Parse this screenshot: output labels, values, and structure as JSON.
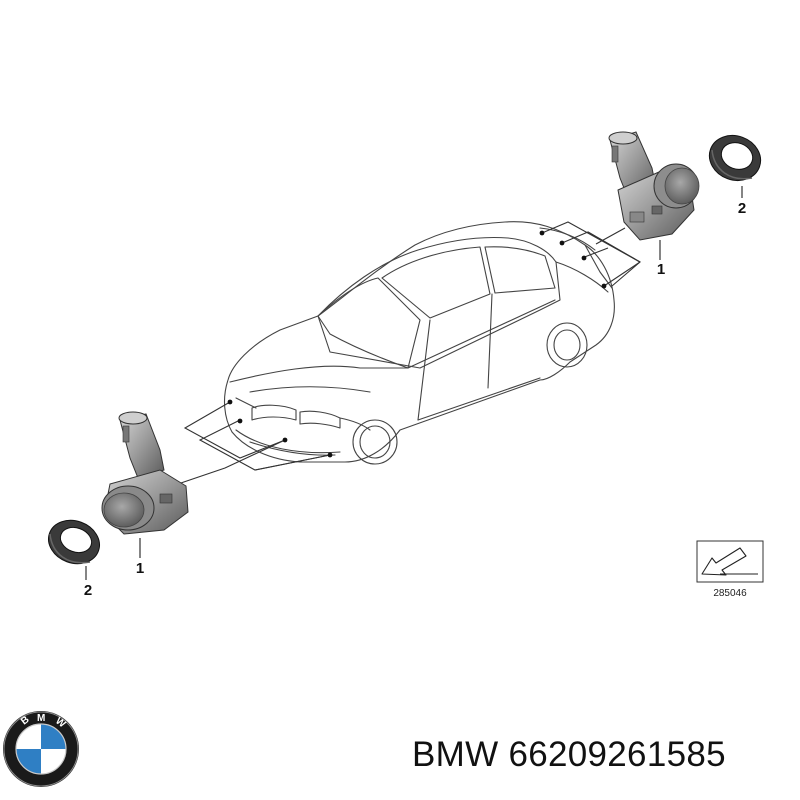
{
  "diagram": {
    "callouts": {
      "rear_sensor": "1",
      "rear_ring": "2",
      "front_sensor": "1",
      "front_ring": "2"
    },
    "reference_id": "285046"
  },
  "caption": {
    "brand": "BMW",
    "part_number": "66209261585"
  },
  "logo": {
    "name": "bmw-roundel",
    "letters": "BMW",
    "colors": {
      "blue": "#2f7fc4",
      "white": "#ffffff",
      "ring": "#1a1a1a"
    }
  },
  "colors": {
    "line": "#333333",
    "sensor_dark": "#6e6e6e",
    "sensor_light": "#b9b9b9",
    "ring": "#2b2b2b"
  }
}
